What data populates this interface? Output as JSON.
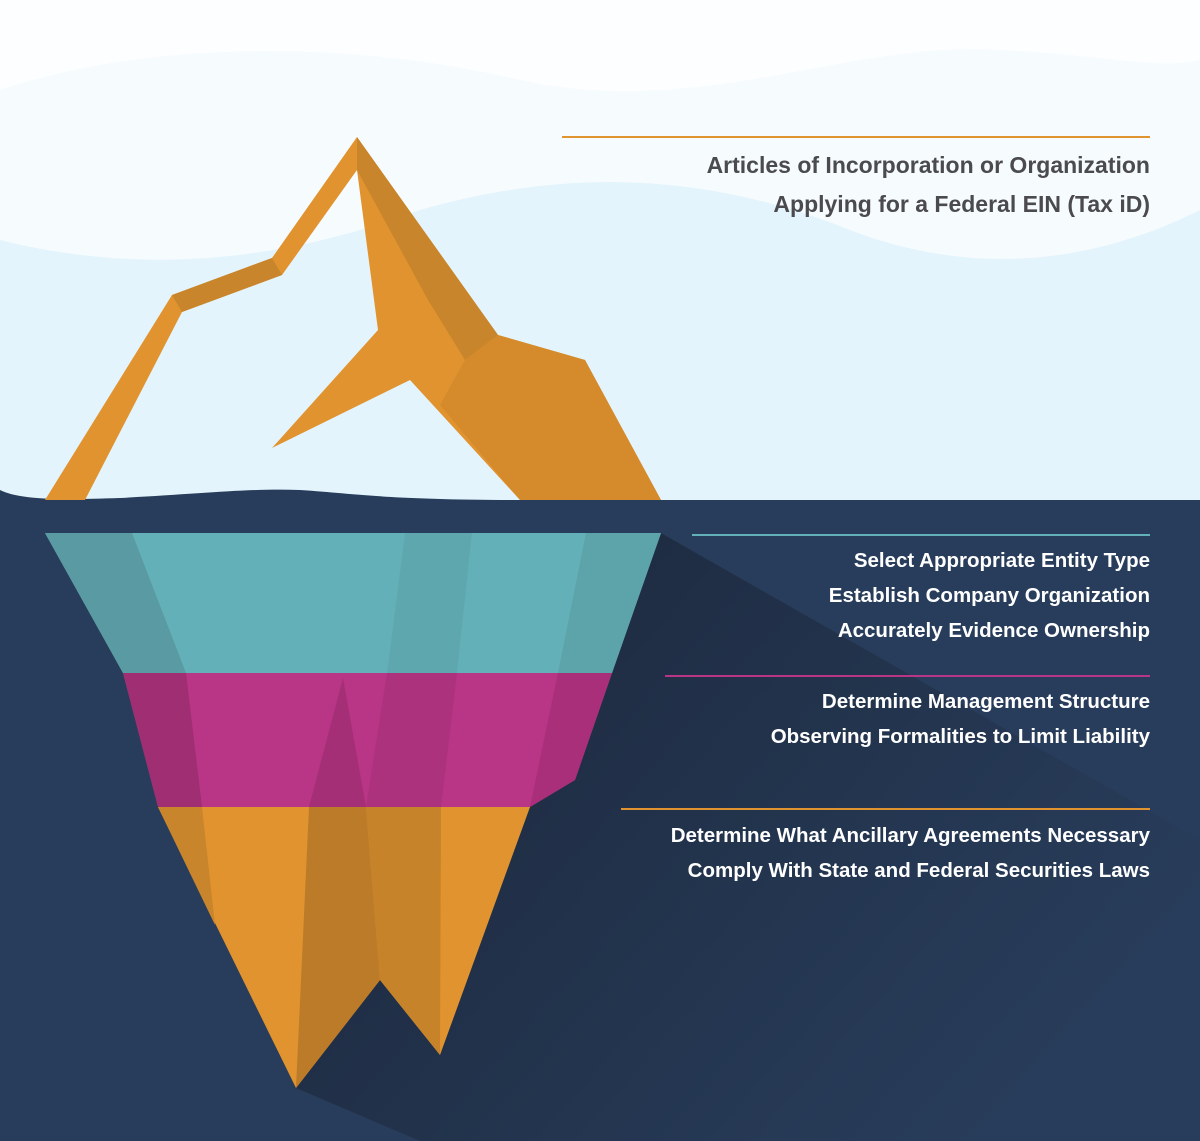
{
  "colors": {
    "sky": "#f6fbfe",
    "sky_wave": "#e3f4fc",
    "water": "#283d5b",
    "orange": "#e0932f",
    "teal": "#64b0b8",
    "magenta": "#b93585"
  },
  "above_water": {
    "lines": [
      "Articles of Incorporation or Organization",
      "Applying for a Federal EIN (Tax iD)"
    ]
  },
  "below_water": {
    "tier1": [
      "Select Appropriate Entity Type",
      "Establish Company Organization",
      "Accurately Evidence Ownership"
    ],
    "tier2": [
      "Determine Management Structure",
      "Observing Formalities to Limit Liability"
    ],
    "tier3": [
      "Determine What Ancillary Agreements Necessary",
      "Comply With State and Federal Securities Laws"
    ]
  }
}
